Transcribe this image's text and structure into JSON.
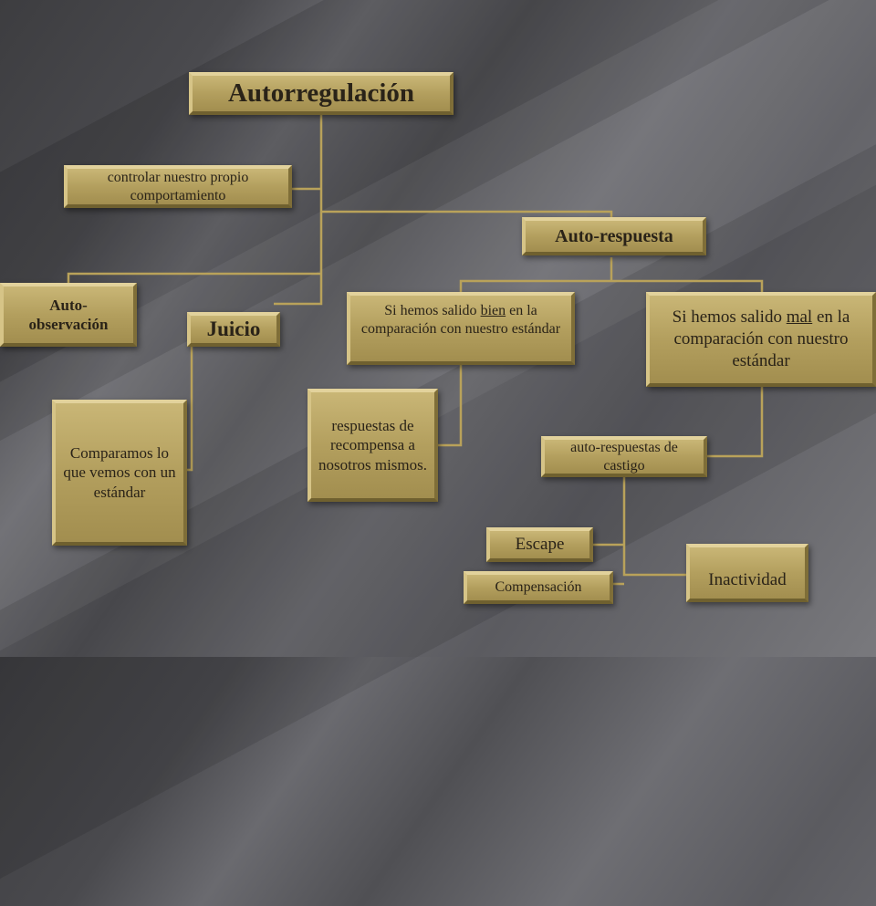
{
  "diagram": {
    "root": "Autorregulación",
    "control": "controlar nuestro propio comportamiento",
    "auto_observacion": [
      "Auto-",
      "observación"
    ],
    "juicio": "Juicio",
    "juicio_desc": "Comparamos lo que vemos con un estándar",
    "auto_respuesta": "Auto-respuesta",
    "bien": {
      "before": "Si hemos salido ",
      "word": "bien",
      "after": " en la comparación con nuestro estándar"
    },
    "mal": {
      "before": "Si hemos salido ",
      "word": "mal",
      "after": " en la comparación con nuestro estándar"
    },
    "recompensa": "respuestas de recompensa a nosotros mismos.",
    "castigo": "auto-respuestas de castigo",
    "escape": "Escape",
    "compensacion": "Compensación",
    "inactividad": "Inactividad"
  }
}
